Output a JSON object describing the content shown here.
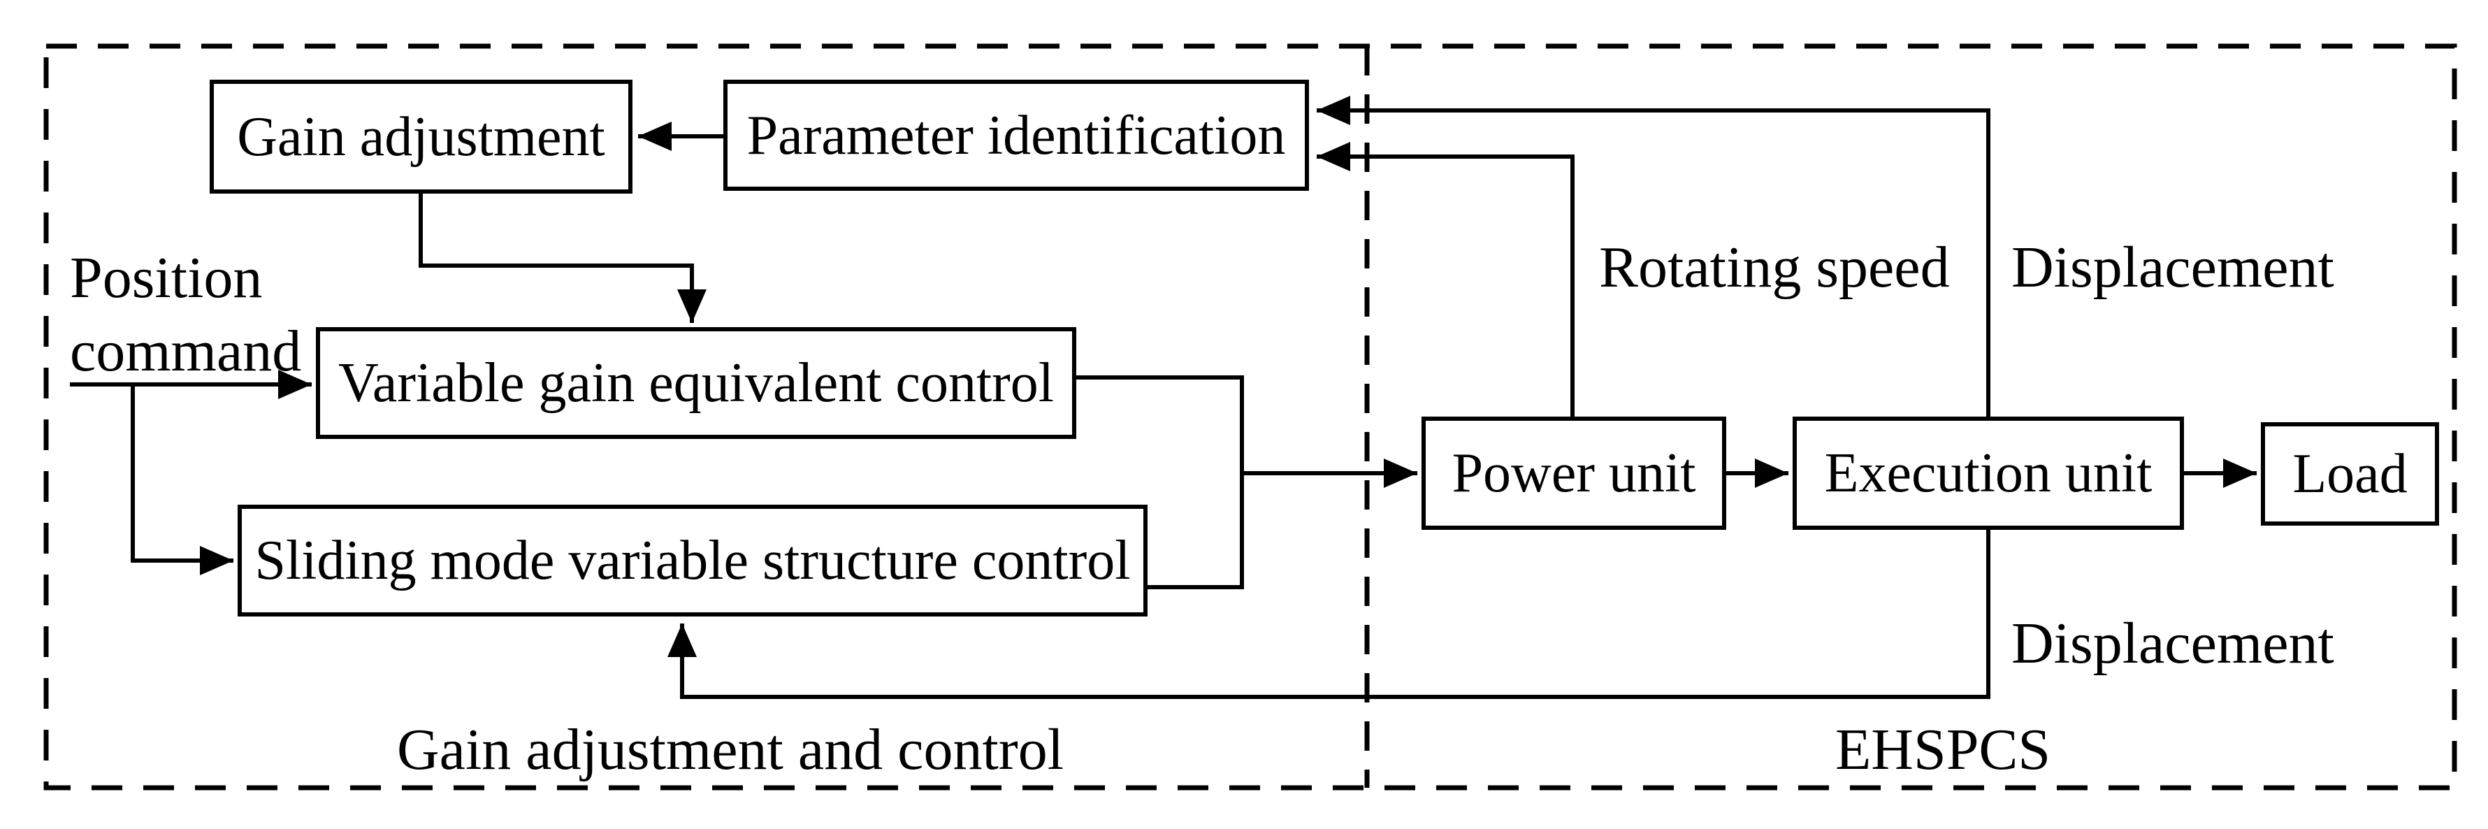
{
  "diagram": {
    "title_hint": "Control block diagram",
    "regions": {
      "left_caption": "Gain adjustment and control",
      "right_caption": "EHSPCS"
    },
    "nodes": {
      "gain_adjustment": {
        "label": "Gain adjustment"
      },
      "parameter_identification": {
        "label": "Parameter identification"
      },
      "variable_gain_control": {
        "label": "Variable gain equivalent control"
      },
      "sliding_mode_control": {
        "label": "Sliding mode variable structure control"
      },
      "power_unit": {
        "label": "Power unit"
      },
      "execution_unit": {
        "label": "Execution unit"
      },
      "load": {
        "label": "Load"
      }
    },
    "signal_labels": {
      "position_command": "Position command",
      "rotating_speed": "Rotating speed",
      "displacement_top": "Displacement",
      "displacement_bottom": "Displacement"
    },
    "colors": {
      "ink": "#000000",
      "background": "#ffffff"
    }
  }
}
